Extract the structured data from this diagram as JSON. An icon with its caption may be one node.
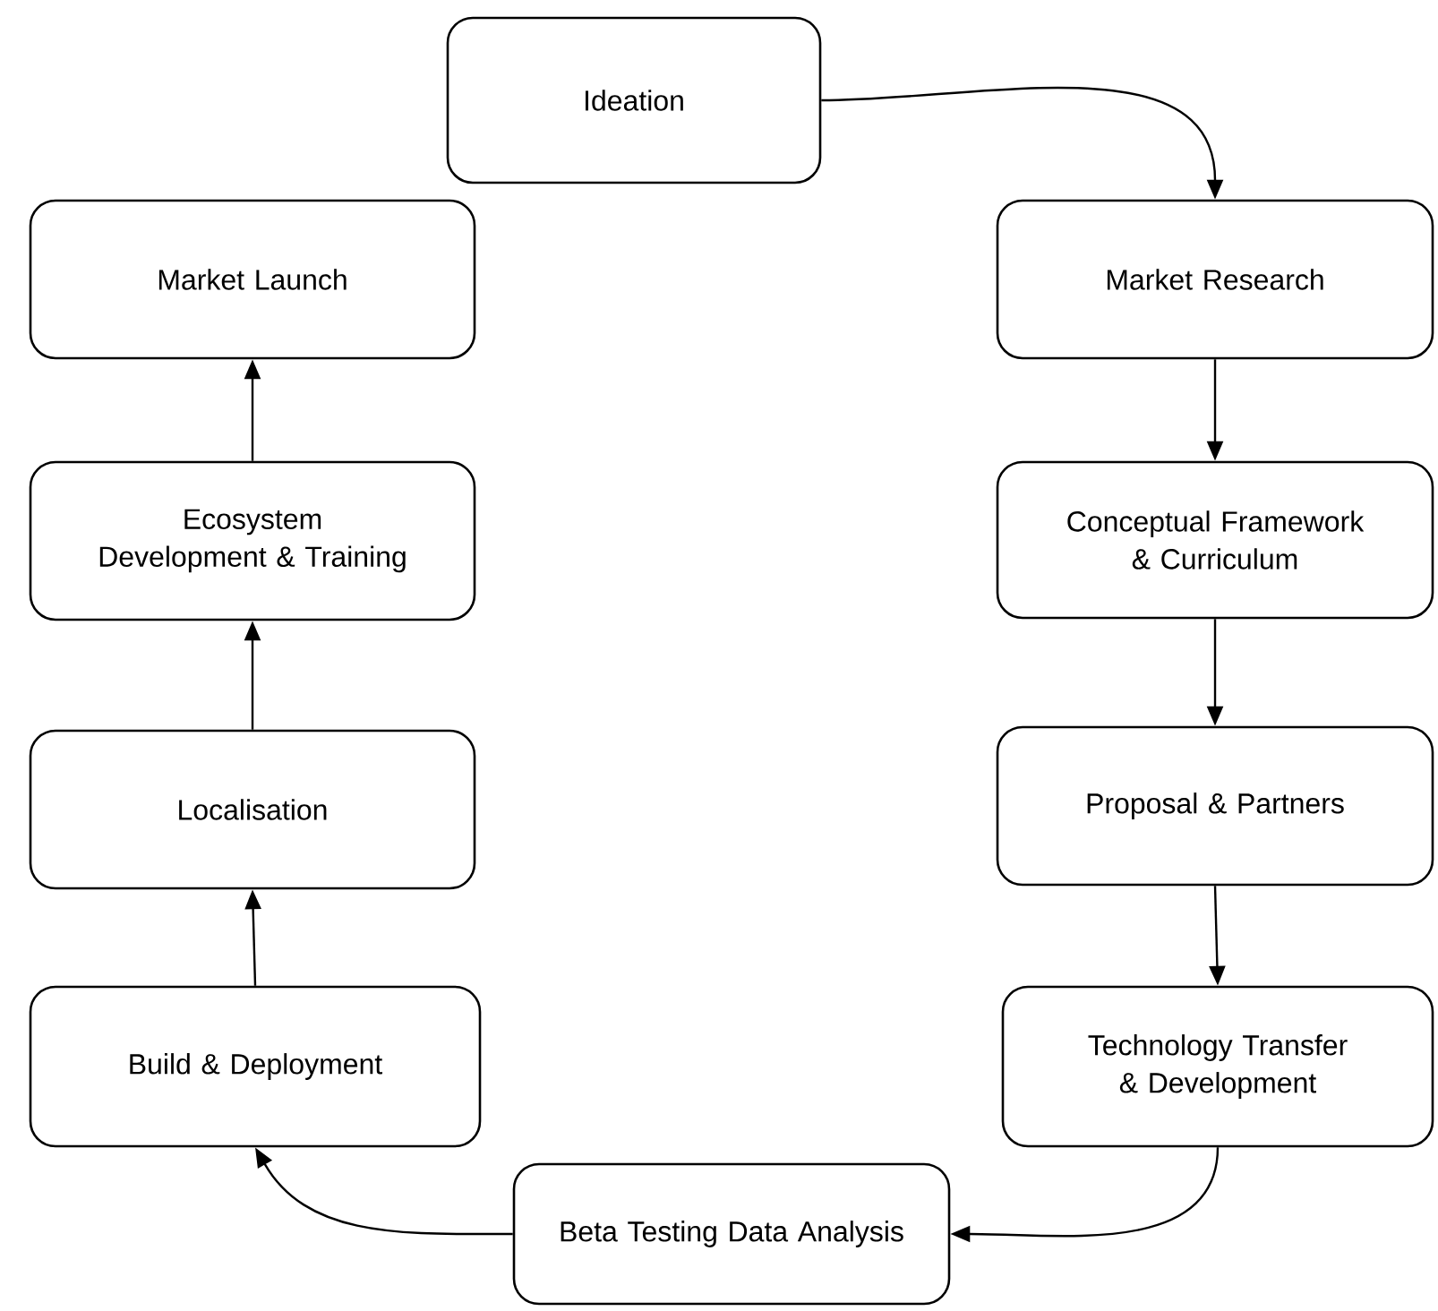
{
  "diagram": {
    "nodes": [
      {
        "text": [
          "Ideation"
        ]
      },
      {
        "text": [
          "Market Research"
        ]
      },
      {
        "text": [
          "Conceptual Framework & Curriculum"
        ]
      },
      {
        "text": [
          "Proposal & Partners"
        ]
      },
      {
        "text": [
          "Technology Transfer & Development"
        ]
      },
      {
        "text": [
          "Beta Testing Data Analysis"
        ]
      },
      {
        "text": [
          "Build & Deployment"
        ]
      },
      {
        "text": [
          "Localisation"
        ]
      },
      {
        "text": [
          "Ecosystem Development & Training"
        ]
      },
      {
        "text": [
          "Market Launch"
        ]
      }
    ],
    "edges": [
      {
        "from": 0,
        "to": 1,
        "arrow": "to"
      },
      {
        "from": 1,
        "to": 2,
        "arrow": "to"
      },
      {
        "from": 2,
        "to": 3,
        "arrow": "to"
      },
      {
        "from": 3,
        "to": 4,
        "arrow": "to"
      },
      {
        "from": 4,
        "to": 5,
        "arrow": "to"
      },
      {
        "from": 5,
        "to": 6,
        "arrow": "to"
      },
      {
        "from": 6,
        "to": 7,
        "arrow": "to"
      },
      {
        "from": 7,
        "to": 8,
        "arrow": "to"
      },
      {
        "from": 8,
        "to": 9,
        "arrow": "to"
      }
    ]
  }
}
